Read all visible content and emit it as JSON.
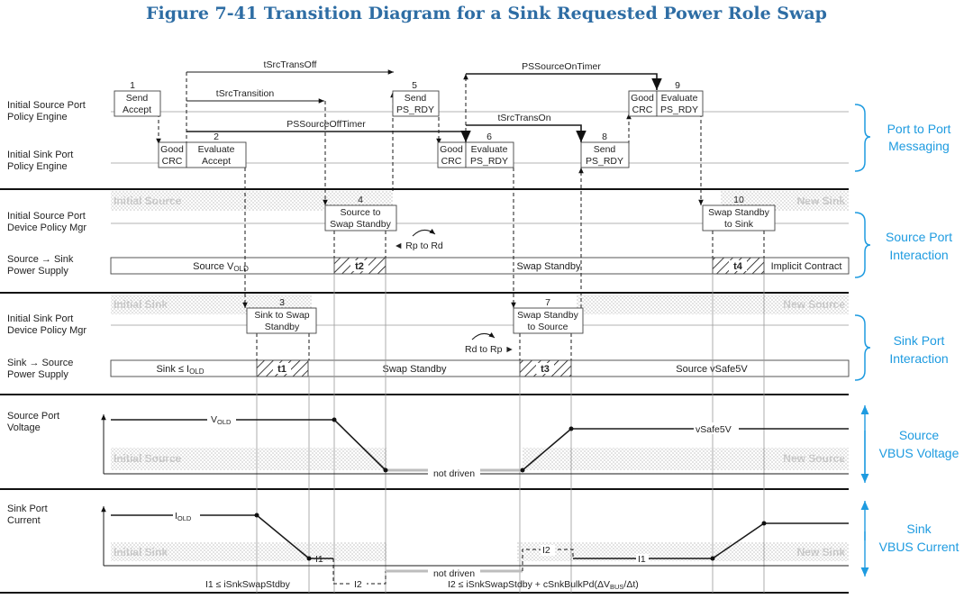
{
  "title": "Figure 7-41 Transition Diagram for a Sink Requested Power Role Swap",
  "row_labels": {
    "src_pe": [
      "Initial Source Port",
      "Policy Engine"
    ],
    "snk_pe": [
      "Initial Sink Port",
      "Policy Engine"
    ],
    "src_dpm": [
      "Initial Source Port",
      "Device Policy Mgr"
    ],
    "src_ps": [
      "Source → Sink",
      "Power Supply"
    ],
    "snk_dpm": [
      "Initial Sink Port",
      "Device Policy Mgr"
    ],
    "snk_ps": [
      "Sink → Source",
      "Power Supply"
    ],
    "src_v": [
      "Source Port",
      "Voltage"
    ],
    "snk_i": [
      "Sink Port",
      "Current"
    ]
  },
  "groups": {
    "msg": [
      "Port to Port",
      "Messaging"
    ],
    "src": [
      "Source Port",
      "Interaction"
    ],
    "snk": [
      "Sink Port",
      "Interaction"
    ],
    "vbus_v": [
      "Source",
      "VBUS Voltage"
    ],
    "vbus_i": [
      "Sink",
      "VBUS Current"
    ]
  },
  "regions": {
    "initial_source": "Initial Source",
    "new_sink": "New Sink",
    "initial_sink": "Initial Sink",
    "new_source": "New Source"
  },
  "events": {
    "e1": {
      "num": "1",
      "l1": "Send",
      "l2": "Accept"
    },
    "e2": {
      "num": "2",
      "a": "Good",
      "b": "CRC",
      "c": "Evaluate",
      "d": "Accept"
    },
    "e3": {
      "num": "3",
      "l1": "Sink to Swap",
      "l2": "Standby"
    },
    "e4": {
      "num": "4",
      "l1": "Source to",
      "l2": "Swap Standby"
    },
    "e5": {
      "num": "5",
      "l1": "Send",
      "l2": "PS_RDY"
    },
    "e6": {
      "num": "6",
      "a": "Good",
      "b": "CRC",
      "c": "Evaluate",
      "d": "PS_RDY"
    },
    "e7": {
      "num": "7",
      "l1": "Swap Standby",
      "l2": "to Source"
    },
    "e8": {
      "num": "8",
      "l1": "Send",
      "l2": "PS_RDY"
    },
    "e9": {
      "num": "9",
      "a": "Good",
      "b": "CRC",
      "c": "Evaluate",
      "d": "PS_RDY"
    },
    "e10": {
      "num": "10",
      "l1": "Swap Standby",
      "l2": "to Sink"
    }
  },
  "timers": {
    "tSrcTransOff": "tSrcTransOff",
    "tSrcTransition": "tSrcTransition",
    "PSSourceOffTimer": "PSSourceOffTimer",
    "PSSourceOnTimer": "PSSourceOnTimer",
    "tSrcTransOn": "tSrcTransOn"
  },
  "supply": {
    "source_vold": "Source V",
    "source_vold_sub": "OLD",
    "swap_standby": "Swap Standby",
    "implicit_contract": "Implicit Contract",
    "t2": "t2",
    "t4": "t4",
    "sink_iold": "Sink ≤ I",
    "sink_iold_sub": "OLD",
    "t1": "t1",
    "t3": "t3",
    "source_vsafe5v": "Source vSafe5V"
  },
  "pull": {
    "rp_to_rd": "◄ Rp to Rd",
    "rd_to_rp": "Rd to Rp ►"
  },
  "waveforms": {
    "v_old": "V",
    "v_old_sub": "OLD",
    "vsafe5v": "vSafe5V",
    "not_driven": "not driven",
    "i_old": "I",
    "i_old_sub": "OLD",
    "i1": "I1",
    "i2": "I2"
  },
  "notes": {
    "i1_limit": "I1 ≤ iSnkSwapStdby",
    "i2_limit": "I2 ≤ iSnkSwapStdby + cSnkBulkPd(ΔV",
    "i2_limit_sub": "BUS",
    "i2_limit_end": "/Δt)"
  }
}
